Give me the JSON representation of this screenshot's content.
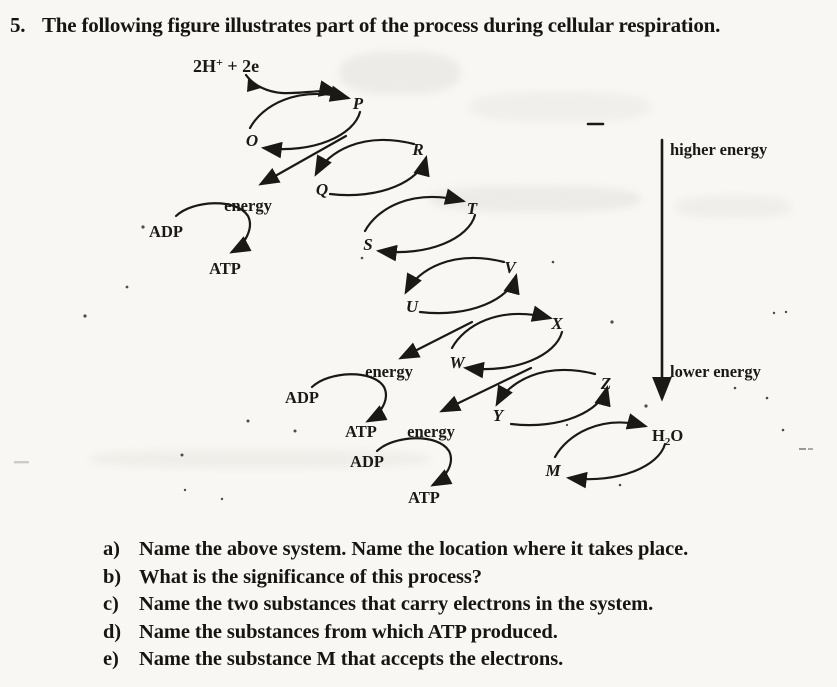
{
  "colors": {
    "ink": "#171513",
    "paper": "#f8f7f3"
  },
  "question": {
    "number": "5.",
    "title": "The following figure illustrates part of the process during cellular respiration."
  },
  "diagram": {
    "input": {
      "base": "2H",
      "sup": "+",
      "rest": " + 2e"
    },
    "letters": {
      "o": "O",
      "p": "P",
      "q": "Q",
      "r": "R",
      "s": "S",
      "t": "T",
      "u": "U",
      "v": "V",
      "w": "W",
      "x": "X",
      "y": "Y",
      "z": "Z",
      "m": "M"
    },
    "water": {
      "h": "H",
      "sub": "2",
      "o": "O"
    },
    "labels": {
      "energy": "energy",
      "adp": "ADP",
      "atp": "ATP",
      "higher_energy": "higher energy",
      "lower_energy": "lower energy"
    }
  },
  "subquestions": [
    {
      "label": "a)",
      "text": "Name the above system. Name the location where it takes place."
    },
    {
      "label": "b)",
      "text": "What is the significance of this process?"
    },
    {
      "label": "c)",
      "text": "Name the two substances that carry electrons in the system."
    },
    {
      "label": "d)",
      "text": "Name the substances from which ATP produced."
    },
    {
      "label": "e)",
      "text": "Name the substance M that accepts the electrons."
    }
  ]
}
